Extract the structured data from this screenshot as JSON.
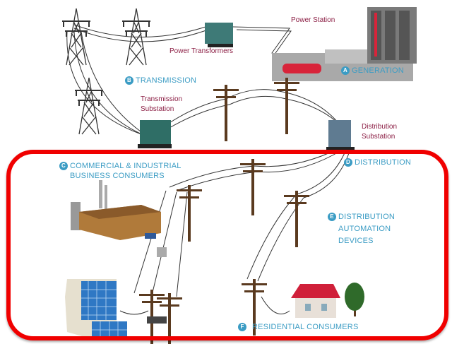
{
  "labels": {
    "power_station": "Power Station",
    "power_transformers": "Power Transformers",
    "transmission_substation": [
      "Transmission",
      "Substation"
    ],
    "distribution_substation": [
      "Distribution",
      "Substation"
    ]
  },
  "sections": {
    "generation": {
      "badge": "A",
      "label": "GENERATION"
    },
    "transmission": {
      "badge": "B",
      "label": "TRANSMISSION"
    },
    "commercial": {
      "badge": "C",
      "lines": [
        "COMMERCIAL & INDUSTRIAL",
        "BUSINESS CONSUMERS"
      ]
    },
    "distribution": {
      "badge": "D",
      "label": "DISTRIBUTION"
    },
    "automation": {
      "badge": "E",
      "lines": [
        "DISTRIBUTION",
        "AUTOMATION",
        "DEVICES"
      ]
    },
    "residential": {
      "badge": "F",
      "label": "RESIDENTIAL CONSUMERS"
    }
  },
  "colors": {
    "highlight": "#f00000",
    "section_label": "#3b9cc4",
    "component_label": "#8c1f45"
  }
}
